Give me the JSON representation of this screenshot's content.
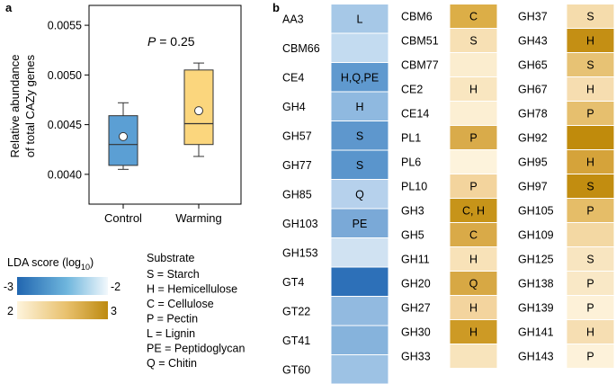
{
  "panel_a": {
    "letter": "a"
  },
  "panel_b": {
    "letter": "b"
  },
  "chart_data": [
    {
      "type": "boxplot",
      "ylabel_lines": [
        "Relative abundance",
        "of total CAZy genes"
      ],
      "annotation": "P = 0.25",
      "ylim": [
        0.0037,
        0.0057
      ],
      "yticks": [
        0.004,
        0.0045,
        0.005,
        0.0055
      ],
      "ytick_labels": [
        "0.0040",
        "0.0045",
        "0.0050",
        "0.0055"
      ],
      "categories": [
        "Control",
        "Warming"
      ],
      "series": [
        {
          "category": "Control",
          "whisker_low": 0.00405,
          "q1": 0.00409,
          "median": 0.0043,
          "q3": 0.00459,
          "whisker_high": 0.00472,
          "mean": 0.00438,
          "color": "#5b9fd4"
        },
        {
          "category": "Warming",
          "whisker_low": 0.00418,
          "q1": 0.0043,
          "median": 0.00451,
          "q3": 0.00505,
          "whisker_high": 0.00512,
          "mean": 0.00464,
          "color": "#fbd67d"
        }
      ]
    },
    {
      "type": "heatmap",
      "columns": [
        {
          "rows": [
            {
              "label": "AA3",
              "score": -2.4,
              "tag": "L",
              "color": "#a6c8e7"
            },
            {
              "label": "CBM66",
              "score": -2.2,
              "tag": "",
              "color": "#c3dbf0"
            },
            {
              "label": "CE4",
              "score": -2.8,
              "tag": "H,Q,PE",
              "color": "#5f99cf"
            },
            {
              "label": "GH4",
              "score": -2.5,
              "tag": "H",
              "color": "#8fb9e0"
            },
            {
              "label": "GH57",
              "score": -2.8,
              "tag": "S",
              "color": "#5e97cd"
            },
            {
              "label": "GH77",
              "score": -2.8,
              "tag": "S",
              "color": "#5a95cc"
            },
            {
              "label": "GH85",
              "score": -2.3,
              "tag": "Q",
              "color": "#b6d1ec"
            },
            {
              "label": "GH103",
              "score": -2.7,
              "tag": "PE",
              "color": "#7aa9d7"
            },
            {
              "label": "GH153",
              "score": -2.1,
              "tag": "",
              "color": "#d0e2f2"
            },
            {
              "label": "GT4",
              "score": -3.0,
              "tag": "",
              "color": "#2d70b8"
            },
            {
              "label": "GT22",
              "score": -2.5,
              "tag": "",
              "color": "#92bae0"
            },
            {
              "label": "GT41",
              "score": -2.6,
              "tag": "",
              "color": "#86b3dc"
            },
            {
              "label": "GT60",
              "score": -2.5,
              "tag": "",
              "color": "#9dc2e4"
            }
          ]
        },
        {
          "rows": [
            {
              "label": "CBM6",
              "score": 2.6,
              "tag": "C",
              "color": "#dcae47"
            },
            {
              "label": "CBM51",
              "score": 2.2,
              "tag": "S",
              "color": "#f7e0b4"
            },
            {
              "label": "CBM77",
              "score": 2.0,
              "tag": "",
              "color": "#fbedcf"
            },
            {
              "label": "CE2",
              "score": 2.1,
              "tag": "H",
              "color": "#f9e6c0"
            },
            {
              "label": "CE14",
              "score": 2.0,
              "tag": "",
              "color": "#fcefd3"
            },
            {
              "label": "PL1",
              "score": 2.6,
              "tag": "P",
              "color": "#d9ab4a"
            },
            {
              "label": "PL6",
              "score": 2.0,
              "tag": "",
              "color": "#fdf3dc"
            },
            {
              "label": "PL10",
              "score": 2.3,
              "tag": "P",
              "color": "#f3d49d"
            },
            {
              "label": "GH3",
              "score": 2.9,
              "tag": "C, H",
              "color": "#c79419"
            },
            {
              "label": "GH5",
              "score": 2.6,
              "tag": "C",
              "color": "#d9aa48"
            },
            {
              "label": "GH11",
              "score": 2.1,
              "tag": "H",
              "color": "#f8e2b8"
            },
            {
              "label": "GH20",
              "score": 2.6,
              "tag": "Q",
              "color": "#d7a844"
            },
            {
              "label": "GH27",
              "score": 2.3,
              "tag": "H",
              "color": "#f3d49e"
            },
            {
              "label": "GH30",
              "score": 2.8,
              "tag": "H",
              "color": "#cd9a25"
            },
            {
              "label": "GH33",
              "score": 2.1,
              "tag": "",
              "color": "#f8e4bc"
            }
          ]
        },
        {
          "rows": [
            {
              "label": "GH37",
              "score": 2.2,
              "tag": "S",
              "color": "#f5dcac"
            },
            {
              "label": "GH43",
              "score": 2.9,
              "tag": "H",
              "color": "#c48f14"
            },
            {
              "label": "GH65",
              "score": 2.5,
              "tag": "S",
              "color": "#e7c274"
            },
            {
              "label": "GH67",
              "score": 2.2,
              "tag": "H",
              "color": "#f6ddb0"
            },
            {
              "label": "GH78",
              "score": 2.5,
              "tag": "P",
              "color": "#e6bf6e"
            },
            {
              "label": "GH92",
              "score": 3.0,
              "tag": "",
              "color": "#c08b0c"
            },
            {
              "label": "GH95",
              "score": 2.7,
              "tag": "H",
              "color": "#d5a33a"
            },
            {
              "label": "GH97",
              "score": 2.9,
              "tag": "S",
              "color": "#c28d10"
            },
            {
              "label": "GH105",
              "score": 2.5,
              "tag": "P",
              "color": "#e5bd68"
            },
            {
              "label": "GH109",
              "score": 2.2,
              "tag": "",
              "color": "#f3d8a3"
            },
            {
              "label": "GH125",
              "score": 2.1,
              "tag": "S",
              "color": "#f8e5c0"
            },
            {
              "label": "GH138",
              "score": 2.1,
              "tag": "P",
              "color": "#f9e8c6"
            },
            {
              "label": "GH139",
              "score": 2.0,
              "tag": "P",
              "color": "#fdf1d8"
            },
            {
              "label": "GH141",
              "score": 2.2,
              "tag": "H",
              "color": "#f6deb2"
            },
            {
              "label": "GH143",
              "score": 2.0,
              "tag": "P",
              "color": "#fdf2da"
            }
          ]
        }
      ],
      "colorbar": {
        "title_prefix": "LDA score (log",
        "title_sub": "10",
        "title_suffix": ")",
        "negative": {
          "low_label": "-3",
          "high_label": "-2",
          "colors": [
            "#2166b0",
            "#6fb6dd",
            "#f2f8fc"
          ]
        },
        "positive": {
          "low_label": "2",
          "high_label": "3",
          "colors": [
            "#fef4dc",
            "#e8c06c",
            "#bd8a10"
          ]
        }
      },
      "substrate_legend": {
        "title": "Substrate",
        "items": [
          "S = Starch",
          "H = Hemicellulose",
          "C = Cellulose",
          "P = Pectin",
          "L = Lignin",
          "PE = Peptidoglycan",
          "Q = Chitin"
        ]
      }
    }
  ]
}
